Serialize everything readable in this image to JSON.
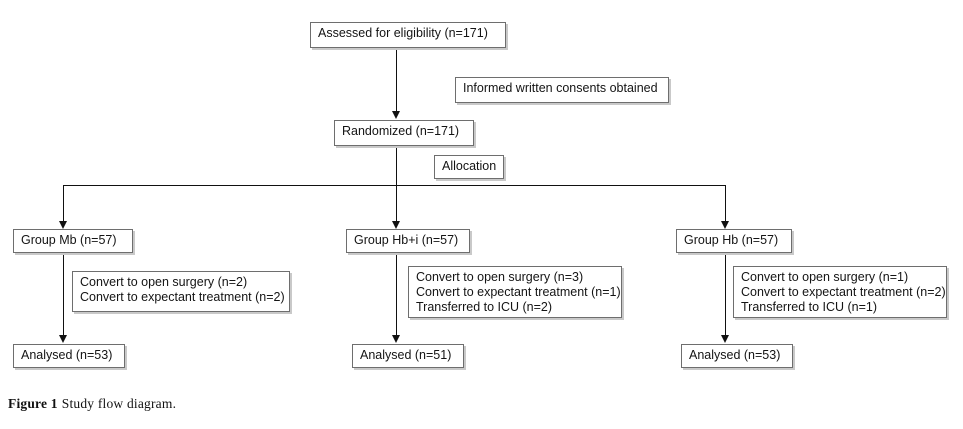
{
  "figure": {
    "label": "Figure 1",
    "caption": "Study flow diagram."
  },
  "diagram": {
    "type": "flowchart",
    "title": "Study flow diagram",
    "nodes": {
      "assessed": {
        "text": "Assessed for eligibility (n=171)"
      },
      "consent": {
        "text": "Informed written consents obtained"
      },
      "randomized": {
        "text": "Randomized (n=171)"
      },
      "allocation": {
        "text": "Allocation"
      },
      "group_mb": {
        "text": "Group Mb (n=57)"
      },
      "group_hbi": {
        "text": "Group Hb+i (n=57)"
      },
      "group_hb": {
        "text": "Group Hb (n=57)"
      },
      "exclusions_mb": {
        "lines": [
          "Convert to open surgery (n=2)",
          "Convert to expectant treatment (n=2)"
        ]
      },
      "exclusions_hbi": {
        "lines": [
          "Convert to open surgery (n=3)",
          "Convert to expectant treatment (n=1)",
          "Transferred to ICU (n=2)"
        ]
      },
      "exclusions_hb": {
        "lines": [
          "Convert to open surgery (n=1)",
          "Convert to expectant treatment (n=2)",
          "Transferred to ICU (n=1)"
        ]
      },
      "analysed_mb": {
        "text": "Analysed (n=53)"
      },
      "analysed_hbi": {
        "text": "Analysed (n=51)"
      },
      "analysed_hb": {
        "text": "Analysed (n=53)"
      }
    },
    "counts": {
      "assessed": 171,
      "randomized": 171,
      "group_mb": 57,
      "group_hbi": 57,
      "group_hb": 57,
      "analysed_mb": 53,
      "analysed_hbi": 51,
      "analysed_hb": 53
    },
    "colors": {
      "box_border": "#6e6e6e",
      "box_shadow": "#c9c9c9",
      "connector": "#111111",
      "background": "#ffffff",
      "text": "#141414"
    }
  }
}
